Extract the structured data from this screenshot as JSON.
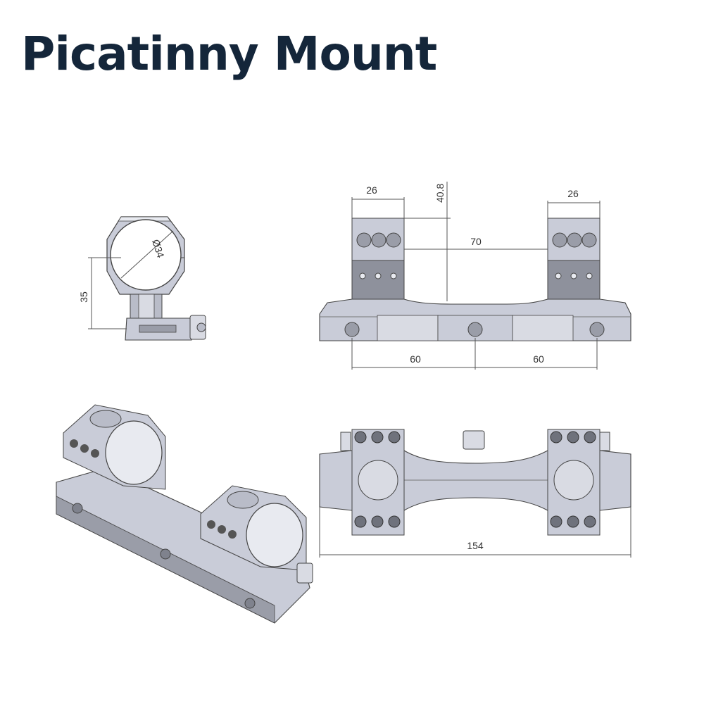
{
  "title": "Picatinny Mount",
  "colors": {
    "title": "#14263a",
    "metal": "#c9ccd8",
    "metal_dark": "#8e919c",
    "metal_light": "#e8eaf0"
  },
  "drawing": {
    "front_view": {
      "ring_diameter": "Ø34",
      "height": "35"
    },
    "side_view": {
      "ring_width_left": "26",
      "ring_width_right": "26",
      "center_height": "40.8",
      "ring_spacing": "70",
      "screw_spacing_left": "60",
      "screw_spacing_right": "60"
    },
    "top_view": {
      "overall_length": "154"
    }
  }
}
